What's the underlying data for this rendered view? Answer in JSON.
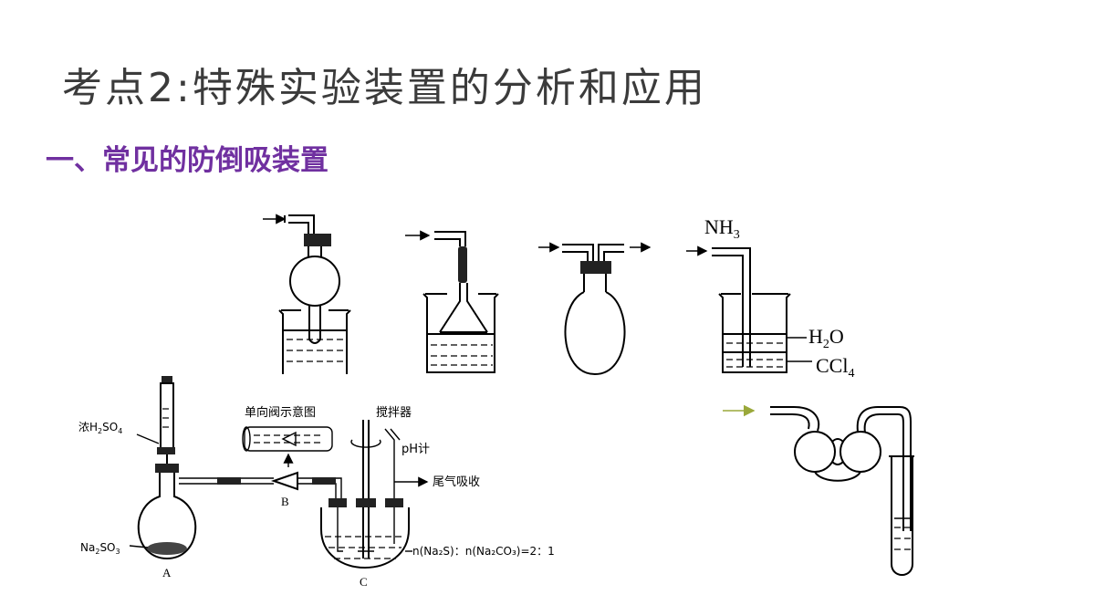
{
  "slide": {
    "title": "考点2:特殊实验装置的分析和应用",
    "heading": "一、常见的防倒吸装置"
  },
  "diagram": {
    "fig4": {
      "gas": "NH",
      "gas_sub": "3",
      "upper_layer": "H",
      "upper_layer_sub": "2",
      "upper_layer_tail": "O",
      "lower_layer": "CCl",
      "lower_layer_sub": "4"
    },
    "apparatus": {
      "conc_acid": "浓H",
      "conc_acid_sub1": "2",
      "conc_acid_mid": "SO",
      "conc_acid_sub2": "4",
      "reactant": "Na",
      "reactant_sub1": "2",
      "reactant_mid": "SO",
      "reactant_sub2": "3",
      "label_a": "A",
      "label_b": "B",
      "label_c": "C",
      "valve_caption": "单向阀示意图",
      "stirrer": "搅拌器",
      "ph_meter": "pH计",
      "tail_gas": "尾气吸收",
      "ratio": "n(Na₂S)：n(Na₂CO₃)=2：1"
    }
  },
  "colors": {
    "heading": "#7030a0",
    "title": "#3b3b3b",
    "feed_arrow": "#9aa83a"
  },
  "icons": [
    "arrow-right-icon",
    "arrow-up-icon",
    "rotation-arrow-icon"
  ]
}
